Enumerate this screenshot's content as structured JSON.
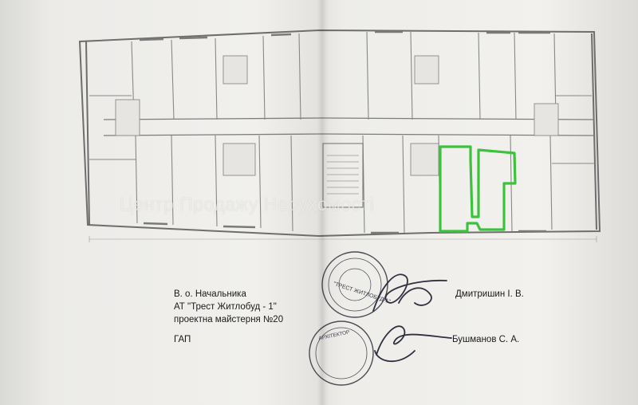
{
  "signature_block": {
    "role_line": "В. о. Начальника",
    "org_line": "АТ \"Трест Житлобуд - 1\"",
    "workshop_line": "проектна майстерня №20",
    "gap_label": "ГАП",
    "chief_name": "Дмитришин І. В.",
    "gap_name": "Бушманов С. А."
  },
  "stamps": {
    "upper_text": "\"ТРЕСТ ЖИТЛОБУД-1\"",
    "lower_text": "АРХІТЕКТОР"
  },
  "watermark": "Центр Продажу Нерухомості",
  "colors": {
    "highlight": "#3cc23c",
    "wall": "#6e6e6e",
    "paper": "#f1f0ed"
  }
}
